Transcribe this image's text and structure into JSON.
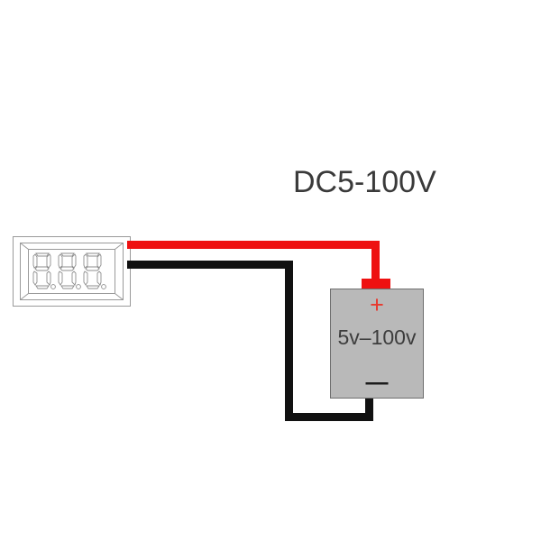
{
  "diagram": {
    "title": "DC5-100V",
    "background_color": "#ffffff"
  },
  "meter": {
    "name": "digital-voltmeter-module",
    "digit_count": 3,
    "digits": [
      "8",
      "8",
      "8"
    ],
    "decimal_points": 3,
    "segments_lit": false,
    "bezel_color": "#ffffff",
    "outline_color": "#999999"
  },
  "wires": {
    "positive": {
      "label": "red-wire",
      "color": "#ee1111",
      "from": "meter-positive-terminal",
      "to": "battery-positive-terminal"
    },
    "negative": {
      "label": "black-wire",
      "color": "#111111",
      "from": "meter-negative-terminal",
      "to": "battery-negative-terminal"
    }
  },
  "battery": {
    "name": "dc-power-source",
    "label": "5v–100v",
    "positive_symbol": "+",
    "negative_symbol": "—",
    "body_color": "#b9b9b9",
    "terminal_color": "#ee1111",
    "plus_color": "#e8392e"
  }
}
